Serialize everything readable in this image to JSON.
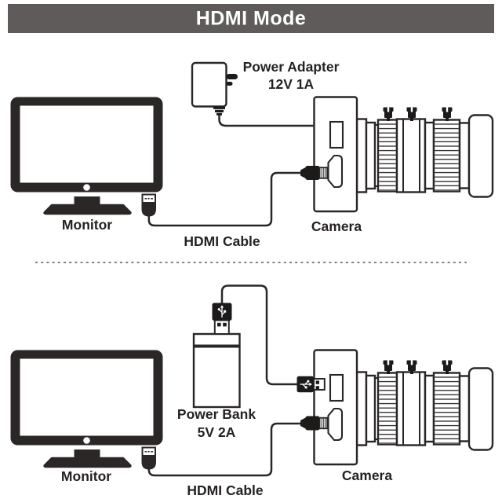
{
  "title": "HDMI Mode",
  "colors": {
    "header_bg": "#5f5b5b",
    "header_text": "#ffffff",
    "line": "#2a2626",
    "label_text": "#262222"
  },
  "top_diagram": {
    "power_adapter": {
      "label": "Power Adapter",
      "spec": "12V 1A"
    },
    "monitor_label": "Monitor",
    "cable_label": "HDMI Cable",
    "camera_label": "Camera"
  },
  "bottom_diagram": {
    "power_bank": {
      "label": "Power Bank",
      "spec": "5V 2A"
    },
    "monitor_label": "Monitor",
    "cable_label": "HDMI Cable",
    "camera_label": "Camera"
  }
}
